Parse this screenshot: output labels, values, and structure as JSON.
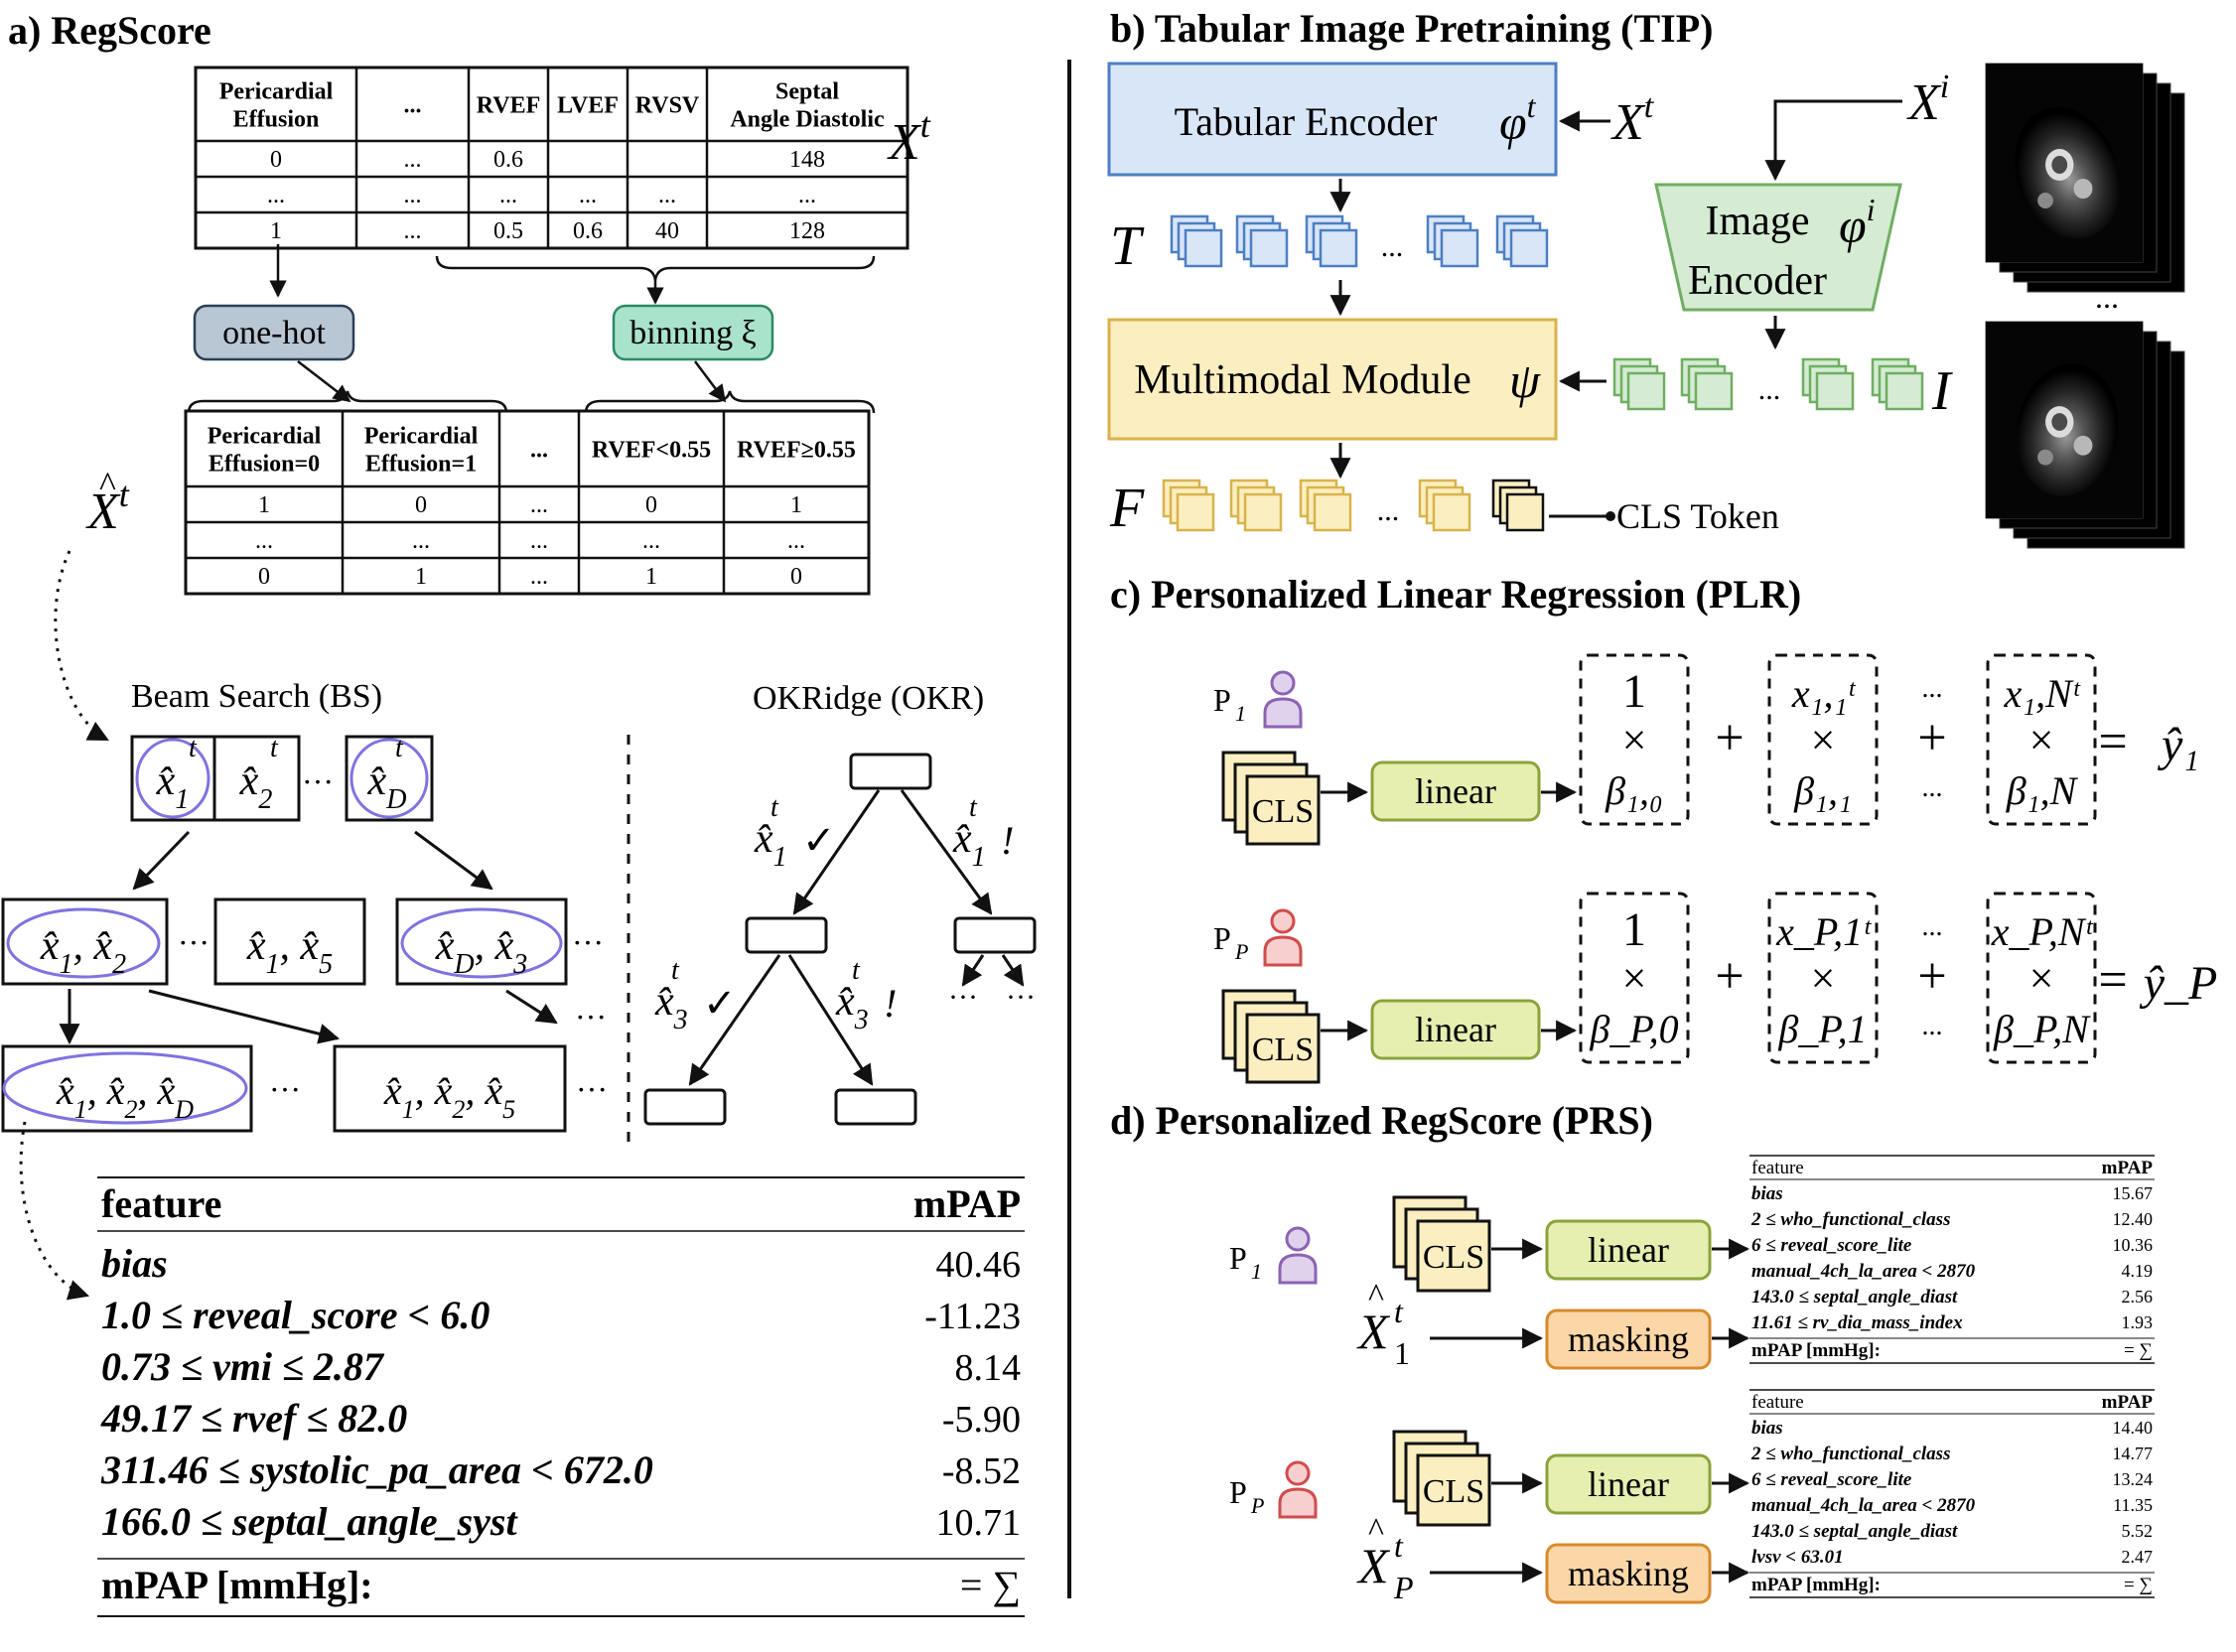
{
  "panels": {
    "a": "a) RegScore",
    "b": "b) Tabular Image Pretraining (TIP)",
    "c": "c) Personalized Linear Regression (PLR)",
    "d": "d) Personalized RegScore (PRS)"
  },
  "regscore": {
    "input_table": {
      "headers": [
        "Pericardial Effusion",
        "...",
        "RVEF",
        "LVEF",
        "RVSV",
        "Septal Angle Diastolic"
      ],
      "header_lines": [
        [
          "Pericardial",
          "Effusion"
        ],
        [
          "..."
        ],
        [
          "RVEF"
        ],
        [
          "LVEF"
        ],
        [
          "RVSV"
        ],
        [
          "Septal",
          "Angle Diastolic"
        ]
      ],
      "rows": [
        [
          "0",
          "...",
          "0.6",
          "",
          "",
          "148"
        ],
        [
          "...",
          "...",
          "...",
          "...",
          "...",
          "..."
        ],
        [
          "1",
          "...",
          "0.5",
          "0.6",
          "40",
          "128"
        ]
      ],
      "label": "X^t"
    },
    "onehot_label": "one-hot",
    "binning_label": "binning ξ",
    "binned_table": {
      "header_lines": [
        [
          "Pericardial",
          "Effusion=0"
        ],
        [
          "Pericardial",
          "Effusion=1"
        ],
        [
          "..."
        ],
        [
          "RVEF<0.55"
        ],
        [
          "RVEF≥0.55"
        ]
      ],
      "rows": [
        [
          "1",
          "0",
          "...",
          "0",
          "1"
        ],
        [
          "...",
          "...",
          "...",
          "...",
          "..."
        ],
        [
          "0",
          "1",
          "...",
          "1",
          "0"
        ]
      ],
      "label": "X̂^t"
    },
    "beam_search_title": "Beam Search (BS)",
    "okridge_title": "OKRidge (OKR)",
    "bs_row1": [
      "x̂₁ᵗ",
      "x̂₂ᵗ",
      "...",
      "x̂_Dᵗ"
    ],
    "bs_row2": [
      "x̂₁ᵗ, x̂₂ᵗ",
      "...",
      "x̂₁ᵗ, x̂₅ᵗ",
      "x̂_Dᵗ, x̂₃ᵗ",
      "..."
    ],
    "bs_row3": [
      "x̂₁ᵗ, x̂₂ᵗ, x̂_Dᵗ",
      "...",
      "x̂₁ᵗ, x̂₂ᵗ, x̂₅ᵗ",
      "..."
    ],
    "okr_labels": [
      "x̂₁ᵗ✓",
      "x̂₁ᵗ!",
      "x̂₃ᵗ✓",
      "x̂₃ᵗ!",
      "...",
      "..."
    ],
    "score_table": {
      "header": [
        "feature",
        "mPAP"
      ],
      "rows": [
        [
          "bias",
          "40.46"
        ],
        [
          "1.0 ≤ reveal_score < 6.0",
          "-11.23"
        ],
        [
          "0.73 ≤ vmi ≤ 2.87",
          "8.14"
        ],
        [
          "49.17 ≤ rvef ≤ 82.0",
          "-5.90"
        ],
        [
          "311.46 ≤ systolic_pa_area < 672.0",
          "-8.52"
        ],
        [
          "166.0 ≤ septal_angle_syst",
          "10.71"
        ]
      ],
      "footer": [
        "mPAP [mmHg]:",
        "= ∑"
      ]
    }
  },
  "tip": {
    "tabular_encoder": "Tabular Encoder",
    "tabular_encoder_sym": "φᵗ",
    "input_tab": "Xᵗ",
    "input_img": "Xⁱ",
    "image_encoder_line1": "Image",
    "image_encoder_line2": "Encoder",
    "image_encoder_sym": "φⁱ",
    "multimodal": "Multimodal Module",
    "multimodal_sym": "ψ",
    "T": "T",
    "I": "I",
    "F": "F",
    "cls_token": "CLS Token",
    "dots": "...",
    "colors": {
      "tabular": "#d9e6f7",
      "tabular_stroke": "#4d7fc4",
      "image": "#d5ebd3",
      "image_stroke": "#6fae62",
      "multi": "#fbeec0",
      "multi_stroke": "#d8b34a"
    }
  },
  "plr": {
    "rows": [
      {
        "person": "P_1",
        "cls": "CLS",
        "linear": "linear",
        "col0_top": "1",
        "col0_bot": "β₁,₀",
        "col1_top": "x₁,₁ᵗ",
        "col1_bot": "β₁,₁",
        "colN_top": "x₁,Nᵗ",
        "colN_bot": "β₁,N",
        "y": "ŷ₁"
      },
      {
        "person": "P_P",
        "cls": "CLS",
        "linear": "linear",
        "col0_top": "1",
        "col0_bot": "β_P,0",
        "col1_top": "x_P,1ᵗ",
        "col1_bot": "β_P,1",
        "colN_top": "x_P,Nᵗ",
        "colN_bot": "β_P,N",
        "y": "ŷ_P"
      }
    ],
    "times": "×",
    "plus": "+",
    "equals": "=",
    "dots": "..."
  },
  "prs": {
    "rows": [
      {
        "person": "P_1",
        "cls": "CLS",
        "linear": "linear",
        "masking": "masking",
        "input": "X̂₁ᵗ",
        "table_header": [
          "feature",
          "mPAP"
        ],
        "table_rows": [
          [
            "bias",
            "15.67"
          ],
          [
            "2 ≤ who_functional_class",
            "12.40"
          ],
          [
            "6 ≤ reveal_score_lite",
            "10.36"
          ],
          [
            "manual_4ch_la_area < 2870",
            "4.19"
          ],
          [
            "143.0 ≤ septal_angle_diast",
            "2.56"
          ],
          [
            "11.61 ≤ rv_dia_mass_index",
            "1.93"
          ]
        ],
        "table_footer": [
          "mPAP [mmHg]:",
          "= ∑"
        ]
      },
      {
        "person": "P_P",
        "cls": "CLS",
        "linear": "linear",
        "masking": "masking",
        "input": "X̂_Pᵗ",
        "table_header": [
          "feature",
          "mPAP"
        ],
        "table_rows": [
          [
            "bias",
            "14.40"
          ],
          [
            "2 ≤ who_functional_class",
            "14.77"
          ],
          [
            "6 ≤ reveal_score_lite",
            "13.24"
          ],
          [
            "manual_4ch_la_area < 2870",
            "11.35"
          ],
          [
            "143.0 ≤ septal_angle_diast",
            "5.52"
          ],
          [
            "lvsv < 63.01",
            "2.47"
          ]
        ],
        "table_footer": [
          "mPAP [mmHg]:",
          "= ∑"
        ]
      }
    ]
  }
}
